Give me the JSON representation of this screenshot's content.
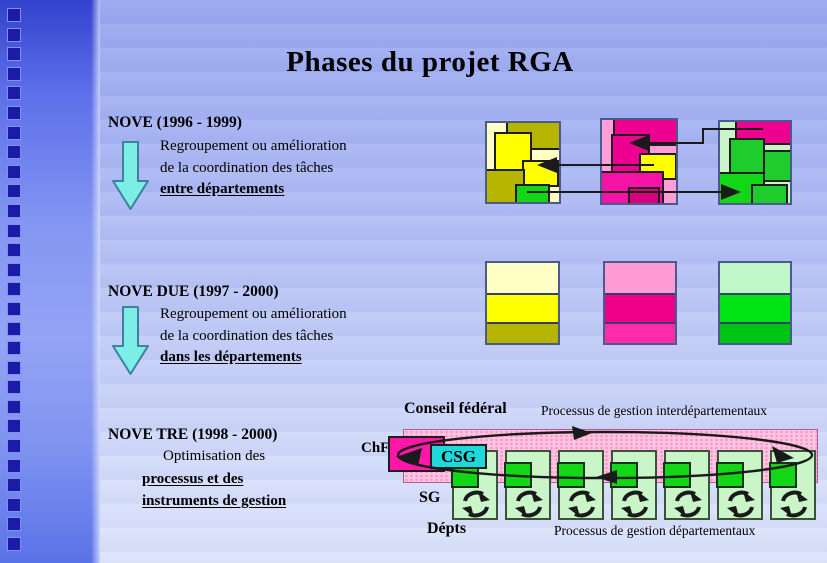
{
  "title": "Phases du projet RGA",
  "sidebar": {
    "square_count": 28
  },
  "sections": [
    {
      "header": "NOVE (1996 - 1999)",
      "line1": "Regroupement ou amélioration",
      "line2": "de la coordination des tâches",
      "emphasis": "entre départements"
    },
    {
      "header": "NOVE DUE (1997 - 2000)",
      "line1": "Regroupement ou amélioration",
      "line2": "de la coordination des tâches",
      "emphasis": "dans les départements"
    },
    {
      "header": "NOVE TRE (1998 - 2000)",
      "line1": "Optimisation des",
      "emphasis1": "processus et des",
      "emphasis2": "instruments de gestion"
    }
  ],
  "bottom_diagram": {
    "conseil_label": "Conseil fédéral",
    "inter_label": "Processus de gestion interdépartementaux",
    "chf_label": "ChF",
    "csg_label": "CSG",
    "sg_label": "SG",
    "depts_label": "Dépts",
    "dept_process_label": "Processus de gestion départementaux",
    "department_count": 7
  },
  "colors": {
    "navy": "#1b1ba8",
    "arrowfill": "#7deee6",
    "arrowedge": "#3f7f9f",
    "cream": "#ffffc6",
    "yellow": "#ffff00",
    "olive": "#b5b500",
    "lightpink": "#ff9ed8",
    "magenta": "#ee0090",
    "mint": "#c9f5c9",
    "green": "#12d616",
    "bandpink": "#ffc4e0",
    "banddot": "#ff8cc6",
    "chf": "#ff18a8",
    "csg": "#1fd8dc",
    "line": "#1a1a1a"
  }
}
